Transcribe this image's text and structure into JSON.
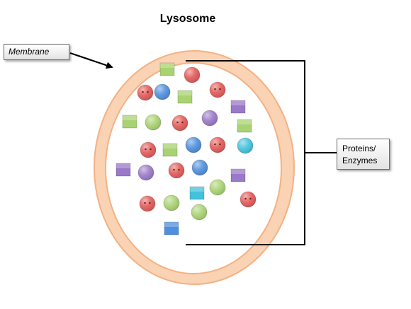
{
  "title": "Lysosome",
  "labels": {
    "membrane": "Membrane",
    "proteins_line1": "Proteins/",
    "proteins_line2": "Enzymes"
  },
  "colors": {
    "membrane_fill": "#fad2b4",
    "membrane_stroke": "#f4b183",
    "lumen": "#ffffff",
    "red": "#e25a58",
    "blue": "#4f8fdc",
    "green": "#a9d371",
    "purple": "#9a79c9",
    "cyan": "#44c2dc"
  },
  "molecules": [
    {
      "shape": "square",
      "color": "green",
      "face": false
    },
    {
      "shape": "circle",
      "color": "red",
      "face": false
    },
    {
      "shape": "circle",
      "color": "red",
      "face": true
    },
    {
      "shape": "circle",
      "color": "blue",
      "face": false
    },
    {
      "shape": "square",
      "color": "green",
      "face": false
    },
    {
      "shape": "circle",
      "color": "red",
      "face": true
    },
    {
      "shape": "square",
      "color": "purple",
      "face": false
    },
    {
      "shape": "square",
      "color": "green",
      "face": false
    },
    {
      "shape": "circle",
      "color": "green",
      "face": false
    },
    {
      "shape": "circle",
      "color": "red",
      "face": true
    },
    {
      "shape": "circle",
      "color": "purple",
      "face": false
    },
    {
      "shape": "square",
      "color": "green",
      "face": false
    },
    {
      "shape": "circle",
      "color": "red",
      "face": true
    },
    {
      "shape": "square",
      "color": "green",
      "face": false
    },
    {
      "shape": "circle",
      "color": "blue",
      "face": false
    },
    {
      "shape": "circle",
      "color": "red",
      "face": true
    },
    {
      "shape": "circle",
      "color": "cyan",
      "face": false
    },
    {
      "shape": "square",
      "color": "purple",
      "face": false
    },
    {
      "shape": "circle",
      "color": "purple",
      "face": false
    },
    {
      "shape": "circle",
      "color": "red",
      "face": true
    },
    {
      "shape": "circle",
      "color": "blue",
      "face": false
    },
    {
      "shape": "square",
      "color": "purple",
      "face": false
    },
    {
      "shape": "circle",
      "color": "green",
      "face": false
    },
    {
      "shape": "square",
      "color": "cyan",
      "face": false
    },
    {
      "shape": "circle",
      "color": "red",
      "face": true
    },
    {
      "shape": "circle",
      "color": "red",
      "face": true
    },
    {
      "shape": "circle",
      "color": "green",
      "face": false
    },
    {
      "shape": "circle",
      "color": "green",
      "face": false
    },
    {
      "shape": "square",
      "color": "blue",
      "face": false
    }
  ]
}
